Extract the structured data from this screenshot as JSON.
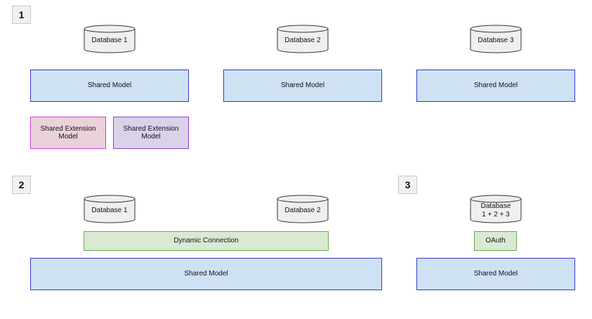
{
  "section1": {
    "number": "1",
    "databases": [
      "Database 1",
      "Database 2",
      "Database 3"
    ],
    "shared_models": [
      "Shared Model",
      "Shared Model",
      "Shared Model"
    ],
    "extensions": [
      [
        "Shared Extension",
        "Model"
      ],
      [
        "Shared Extension",
        "Model"
      ]
    ]
  },
  "section2": {
    "number": "2",
    "databases": [
      "Database 1",
      "Database 2"
    ],
    "connection": "Dynamic Connection",
    "shared_model": "Shared Model"
  },
  "section3": {
    "number": "3",
    "database": [
      "Database",
      "1 + 2 + 3"
    ],
    "auth": "OAuth",
    "shared_model": "Shared Model"
  },
  "colors": {
    "shared_fill": "#cfe2f3",
    "shared_border": "#3a35c9",
    "ext_pink_fill": "#ead1dc",
    "ext_purple_fill": "#d9d2e9",
    "connection_fill": "#d9ead3",
    "database_fill": "#efefef"
  }
}
